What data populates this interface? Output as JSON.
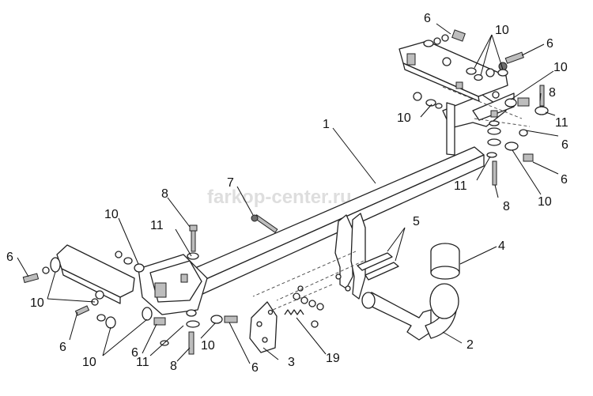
{
  "watermark": "farkop-center.ru",
  "callouts": [
    "1",
    "2",
    "3",
    "4",
    "5",
    "6",
    "7",
    "8",
    "10",
    "11",
    "19"
  ]
}
